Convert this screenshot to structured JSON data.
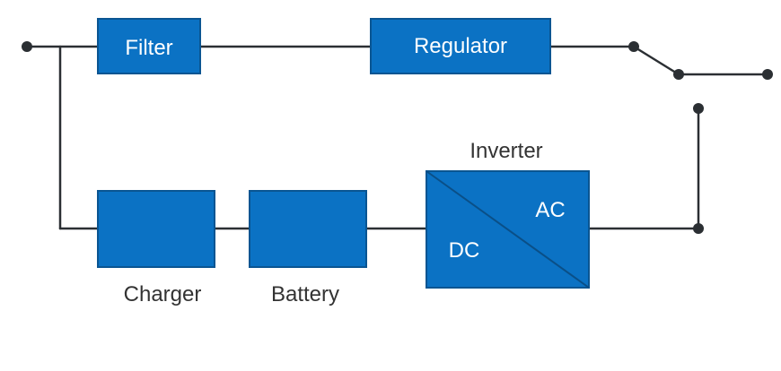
{
  "blocks": {
    "filter": "Filter",
    "regulator": "Regulator",
    "inverter": {
      "title": "Inverter",
      "dc": "DC",
      "ac": "AC"
    }
  },
  "labels": {
    "charger": "Charger",
    "battery": "Battery"
  },
  "colors": {
    "block_fill": "#0b72c4",
    "block_border": "#0a5592",
    "wire": "#2b2f33",
    "label_text": "#333333",
    "block_text": "#ffffff"
  }
}
